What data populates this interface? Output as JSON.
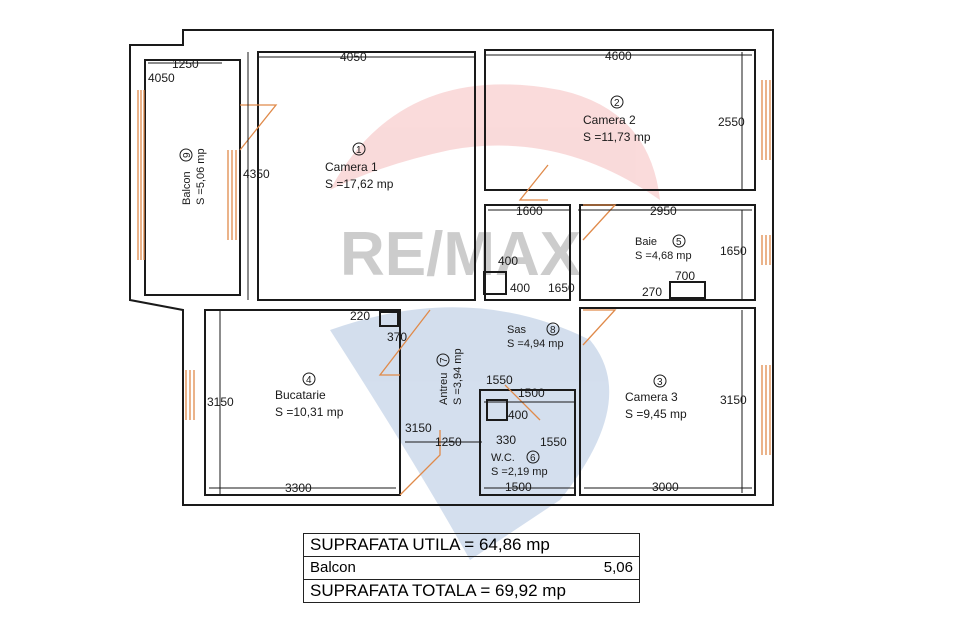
{
  "watermark": {
    "text": "RE/MAX",
    "colors": {
      "red": "#e85a5a",
      "blue": "#3a6fb0"
    }
  },
  "rooms": [
    {
      "num": "1",
      "name": "Camera 1",
      "area": "S =17,62 mp"
    },
    {
      "num": "2",
      "name": "Camera 2",
      "area": "S =11,73 mp"
    },
    {
      "num": "3",
      "name": "Camera 3",
      "area": "S =9,45 mp"
    },
    {
      "num": "4",
      "name": "Bucatarie",
      "area": "S =10,31 mp"
    },
    {
      "num": "5",
      "name": "Baie",
      "area": "S =4,68 mp"
    },
    {
      "num": "6",
      "name": "W.C.",
      "area": "S =2,19 mp"
    },
    {
      "num": "7",
      "name": "Antreu",
      "area": "S =3,94 mp"
    },
    {
      "num": "8",
      "name": "Sas",
      "area": "S =4,94 mp"
    },
    {
      "num": "9",
      "name": "Balcon",
      "area": "S =5,06 mp"
    }
  ],
  "dimensions": {
    "balcon_w": "1250",
    "balcon_h": "4050",
    "cam1_w": "4050",
    "cam1_h": "4350",
    "cam2_w": "4600",
    "cam2_h": "2550",
    "hall_w": "1600",
    "baie_w": "2950",
    "baie_h": "1650",
    "hall_h": "1650",
    "shaft_w": "400",
    "shaft_h": "400",
    "baie_fix_w": "700",
    "baie_fix_h": "270",
    "buc_h": "3150",
    "buc_w": "3300",
    "buc_fix_w": "220",
    "buc_fix_h": "370",
    "antreu_h": "3150",
    "antreu_w": "1250",
    "wc_top": "1550",
    "wc_w": "1500",
    "wc_shaft": "400",
    "wc_fix": "330",
    "wc_h": "1550",
    "wc_bottom": "1500",
    "cam3_h": "3150",
    "cam3_w": "3000"
  },
  "summary": {
    "rows": [
      {
        "label": "SUPRAFATA UTILA = 64,86 mp",
        "value": ""
      },
      {
        "label": "Balcon",
        "value": "5,06"
      },
      {
        "label": "SUPRAFATA TOTALA = 69,92 mp",
        "value": ""
      }
    ]
  }
}
